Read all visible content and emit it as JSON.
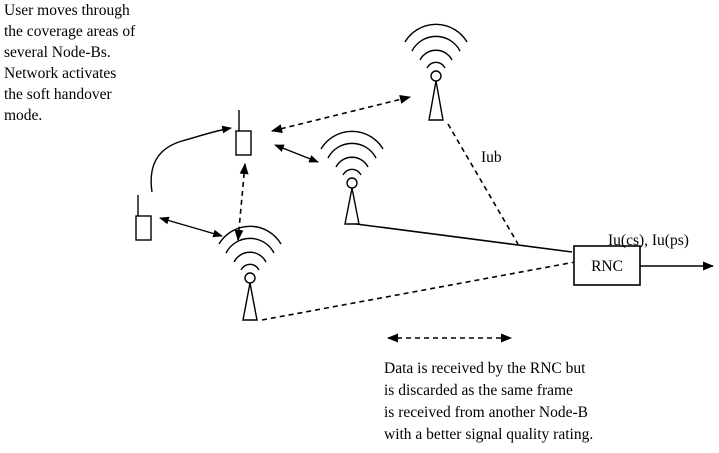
{
  "intro_lines": [
    "User moves through",
    "the coverage areas of",
    "several Node-Bs.",
    "Network activates",
    "the soft handover",
    "mode."
  ],
  "iub_label": "Iub",
  "rnc_label": "RNC",
  "iu_label": "Iu(cs), Iu(ps)",
  "legend_lines": [
    "Data is received by the RNC but",
    "is discarded as the same frame",
    "is received from another Node-B",
    "with a better signal quality rating."
  ]
}
